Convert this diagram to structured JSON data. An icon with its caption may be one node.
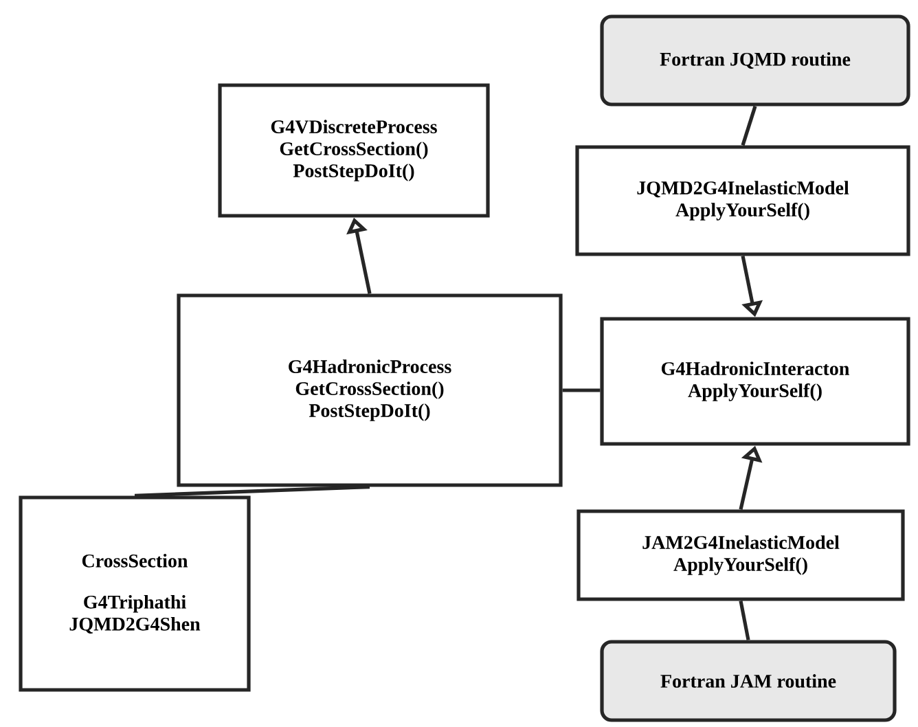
{
  "diagram": {
    "nodes": [
      {
        "text": [
          "G4VDiscreteProcess",
          "GetCrossSection()",
          "PostStepDoIt()"
        ]
      },
      {
        "text": [
          "Fortran JQMD routine"
        ]
      },
      {
        "text": [
          "JQMD2G4InelasticModel",
          "ApplyYourSelf()"
        ]
      },
      {
        "text": [
          "G4HadronicProcess",
          "GetCrossSection()",
          "PostStepDoIt()"
        ]
      },
      {
        "text": [
          "G4HadronicInteracton",
          "ApplyYourSelf()"
        ]
      },
      {
        "text": [
          "CrossSection",
          "G4Triphathi",
          "JQMD2G4Shen"
        ]
      },
      {
        "text": [
          "JAM2G4InelasticModel",
          "ApplyYourSelf()"
        ]
      },
      {
        "text": [
          "Fortran JAM routine"
        ]
      }
    ],
    "edges": [
      {
        "from": 3,
        "to": 0,
        "arrow": "to"
      },
      {
        "from": 1,
        "to": 2,
        "arrow": "none"
      },
      {
        "from": 2,
        "to": 4,
        "arrow": "to"
      },
      {
        "from": 3,
        "to": 4,
        "arrow": "none"
      },
      {
        "from": 5,
        "to": 3,
        "arrow": "none"
      },
      {
        "from": 6,
        "to": 4,
        "arrow": "to"
      },
      {
        "from": 7,
        "to": 6,
        "arrow": "none"
      }
    ]
  }
}
